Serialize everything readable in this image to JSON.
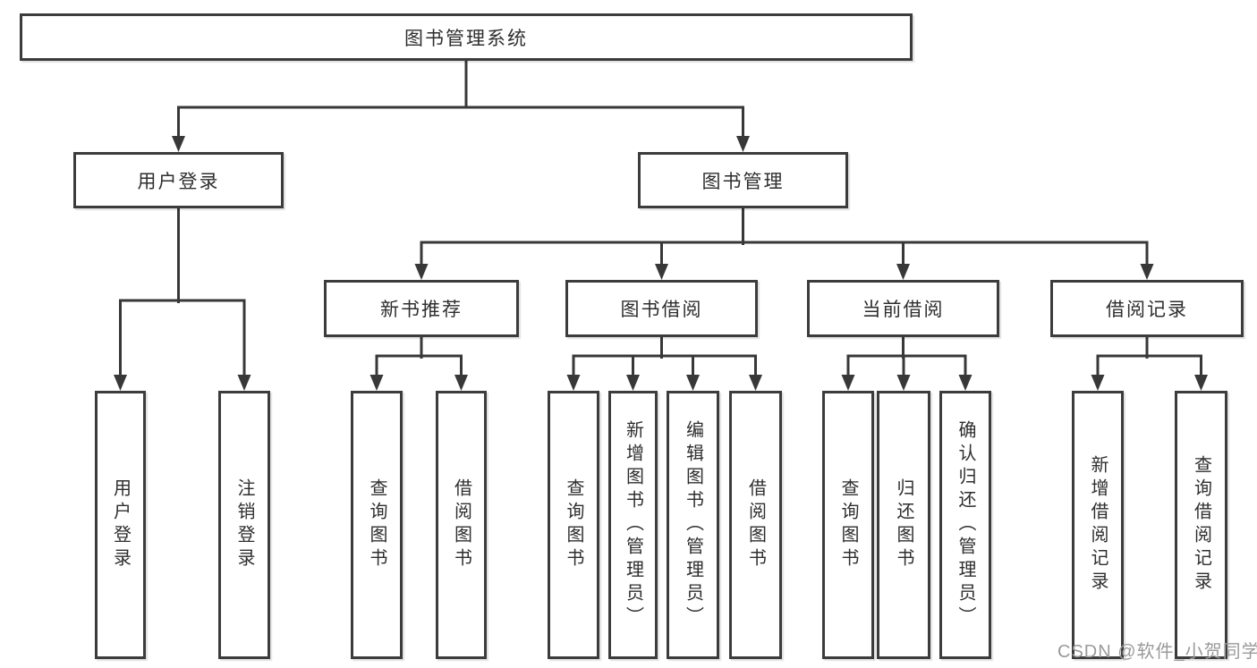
{
  "diagram": {
    "root": {
      "label": "图书管理系统",
      "children": [
        {
          "label": "用户登录",
          "children": [
            {
              "label": "用户登录"
            },
            {
              "label": "注销登录"
            }
          ]
        },
        {
          "label": "图书管理",
          "children": [
            {
              "label": "新书推荐",
              "children": [
                {
                  "label": "查询图书"
                },
                {
                  "label": "借阅图书"
                }
              ]
            },
            {
              "label": "图书借阅",
              "children": [
                {
                  "label": "查询图书"
                },
                {
                  "label": "新增图书（管理员）"
                },
                {
                  "label": "编辑图书（管理员）"
                },
                {
                  "label": "借阅图书"
                }
              ]
            },
            {
              "label": "当前借阅",
              "children": [
                {
                  "label": "查询图书"
                },
                {
                  "label": "归还图书"
                },
                {
                  "label": "确认归还（管理员）"
                }
              ]
            },
            {
              "label": "借阅记录",
              "children": [
                {
                  "label": "新增借阅记录"
                },
                {
                  "label": "查询借阅记录"
                }
              ]
            }
          ]
        }
      ]
    }
  },
  "watermark": {
    "text": "CSDN @软件_小贺同学"
  },
  "colors": {
    "line": "#383838",
    "box_border": "#3c3c3c",
    "text": "#2e2e2e",
    "background": "#ffffff",
    "watermark": "#9a9a9a"
  }
}
